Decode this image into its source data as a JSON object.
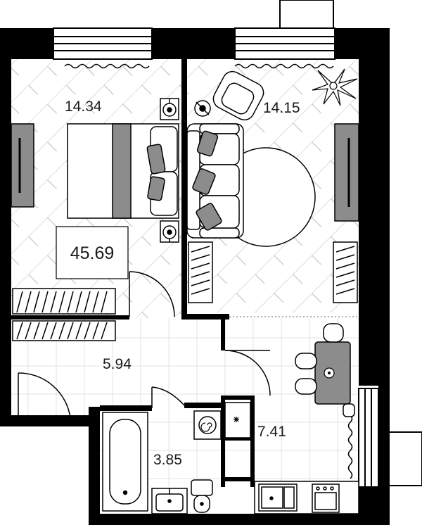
{
  "floor_plan": {
    "total_area": "45.69",
    "rooms": [
      {
        "name_key": "bedroom",
        "area": "14.34"
      },
      {
        "name_key": "living",
        "area": "14.15"
      },
      {
        "name_key": "hallway",
        "area": "5.94"
      },
      {
        "name_key": "bathroom",
        "area": "3.85"
      },
      {
        "name_key": "kitchen",
        "area": "7.41"
      }
    ]
  },
  "colors": {
    "wall": "#000000",
    "furniture_fill": "#ffffff",
    "accent_gray": "#8c8c8c",
    "hatch": "#c8c8c8",
    "tile": "#e3e3e3"
  }
}
